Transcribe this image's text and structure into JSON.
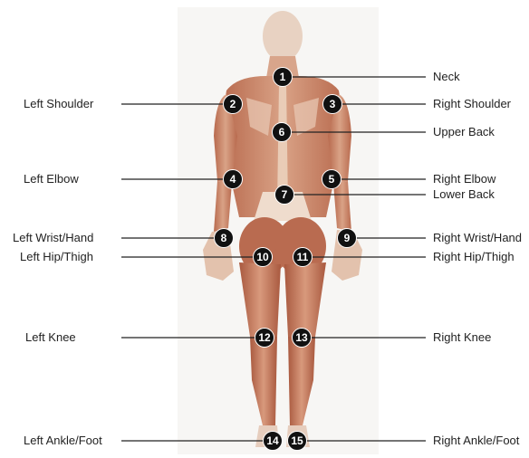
{
  "colors": {
    "line": "#222222",
    "marker_fill": "#111111",
    "marker_text": "#ffffff",
    "muscle": "#c98a6c",
    "muscle_dark": "#a5563d",
    "skin": "#ecd3bf",
    "background_panel": "#f7f6f4"
  },
  "icons": {
    "figure": "human-muscle-figure-back-view"
  },
  "markers": [
    {
      "number": "1",
      "label": "Neck"
    },
    {
      "number": "2",
      "label": "Left Shoulder"
    },
    {
      "number": "3",
      "label": "Right Shoulder"
    },
    {
      "number": "6",
      "label": "Upper Back"
    },
    {
      "number": "4",
      "label": "Left Elbow"
    },
    {
      "number": "5",
      "label": "Right Elbow"
    },
    {
      "number": "7",
      "label": "Lower Back"
    },
    {
      "number": "8",
      "label": "Left Wrist/Hand"
    },
    {
      "number": "9",
      "label": "Right Wrist/Hand"
    },
    {
      "number": "10",
      "label": "Left Hip/Thigh"
    },
    {
      "number": "11",
      "label": "Right Hip/Thigh"
    },
    {
      "number": "12",
      "label": "Left Knee"
    },
    {
      "number": "13",
      "label": "Right Knee"
    },
    {
      "number": "14",
      "label": "Left Ankle/Foot"
    },
    {
      "number": "15",
      "label": "Right Ankle/Foot"
    }
  ]
}
